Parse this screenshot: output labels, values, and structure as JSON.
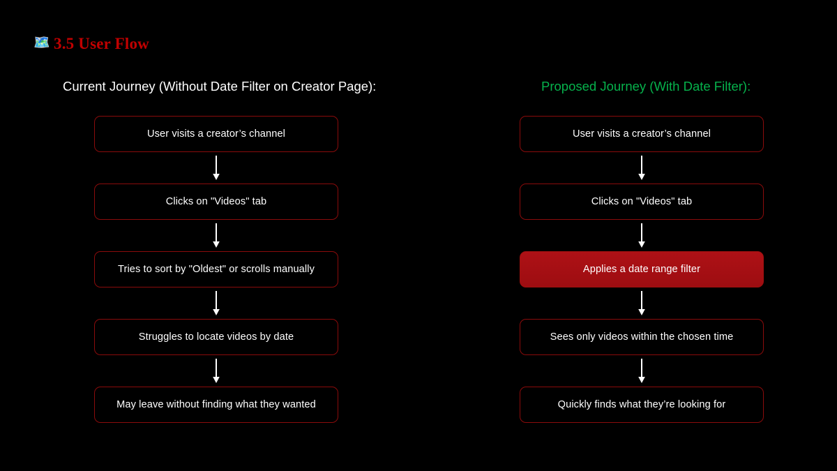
{
  "slide": {
    "background_color": "#000000",
    "title": {
      "icon": "world-map-emoji",
      "icon_glyph": "🗺️",
      "text": "3.5 User Flow",
      "color": "#C00000"
    }
  },
  "columns": [
    {
      "id": "current-journey",
      "heading": "Current Journey (Without Date Filter on Creator Page):",
      "heading_color": "#FFFFFF",
      "nodes": [
        {
          "label": "User visits a creator’s channel",
          "highlight": false
        },
        {
          "label": "Clicks on \"Videos\" tab",
          "highlight": false
        },
        {
          "label": "Tries to sort by \"Oldest\" or scrolls manually",
          "highlight": false
        },
        {
          "label": "Struggles to locate videos by date",
          "highlight": false
        },
        {
          "label": "May leave without finding what they wanted",
          "highlight": false
        }
      ]
    },
    {
      "id": "proposed-journey",
      "heading": "Proposed Journey (With Date Filter):",
      "heading_color": "#06B24C",
      "nodes": [
        {
          "label": "User visits a creator’s channel",
          "highlight": false
        },
        {
          "label": "Clicks on \"Videos\" tab",
          "highlight": false
        },
        {
          "label": "Applies a date range filter",
          "highlight": true
        },
        {
          "label": "Sees only videos within the chosen time",
          "highlight": false
        },
        {
          "label": "Quickly finds what they’re looking for",
          "highlight": false
        }
      ]
    }
  ],
  "theme": {
    "node_border_color": "#8B0B0B",
    "node_text_color": "#FFFFFF",
    "highlight_fill_color": "#A81016",
    "arrow_color": "#FFFFFF",
    "title_color": "#C00000",
    "accent_green": "#06B24C"
  }
}
